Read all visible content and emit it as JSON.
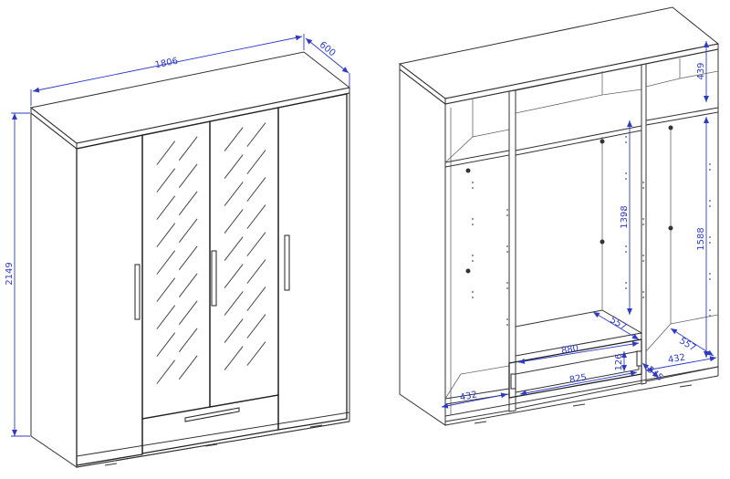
{
  "dimensions": {
    "left": {
      "width": "1806",
      "depth": "600",
      "height": "2149"
    },
    "right": {
      "top_compartment": "439",
      "middle_height": "1398",
      "side_height": "1588",
      "middle_depth": "557",
      "right_depth": "557",
      "middle_width": "880",
      "drawer_width": "825",
      "drawer_height": "126",
      "drawer_depth": "345",
      "left_width": "432",
      "right_width": "432"
    }
  },
  "colors": {
    "line": "#333333",
    "dimension": "#2f3bc4",
    "background": "#ffffff"
  }
}
